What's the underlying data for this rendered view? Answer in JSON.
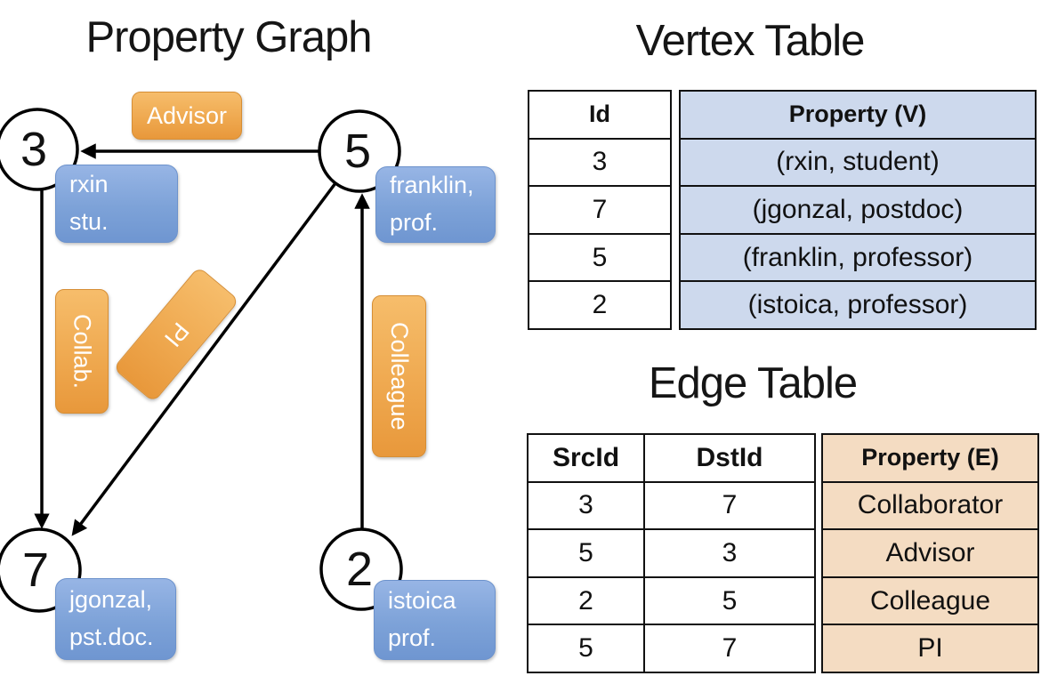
{
  "diagram": {
    "title": "Property Graph",
    "vertices": [
      {
        "id": "3",
        "line1": "rxin",
        "line2": "stu."
      },
      {
        "id": "5",
        "line1": "franklin,",
        "line2": "prof."
      },
      {
        "id": "7",
        "line1": "jgonzal,",
        "line2": "pst.doc."
      },
      {
        "id": "2",
        "line1": "istoica",
        "line2": "prof."
      }
    ],
    "edge_labels": {
      "advisor": "Advisor",
      "collab": "Collab.",
      "pi": "PI",
      "colleague": "Colleague"
    }
  },
  "vertex_table": {
    "title": "Vertex Table",
    "columns": {
      "id": "Id",
      "property": "Property (V)"
    },
    "rows": [
      {
        "id": "3",
        "property": "(rxin, student)"
      },
      {
        "id": "7",
        "property": "(jgonzal, postdoc)"
      },
      {
        "id": "5",
        "property": "(franklin, professor)"
      },
      {
        "id": "2",
        "property": "(istoica, professor)"
      }
    ]
  },
  "edge_table": {
    "title": "Edge Table",
    "columns": {
      "src": "SrcId",
      "dst": "DstId",
      "property": "Property (E)"
    },
    "rows": [
      {
        "src": "3",
        "dst": "7",
        "property": "Collaborator"
      },
      {
        "src": "5",
        "dst": "3",
        "property": "Advisor"
      },
      {
        "src": "2",
        "dst": "5",
        "property": "Colleague"
      },
      {
        "src": "5",
        "dst": "7",
        "property": "PI"
      }
    ]
  },
  "colors": {
    "edge_label_orange": "#EFA950",
    "vertex_box_blue": "#7DA2D8",
    "vertex_cell_blue": "#CDD9ED",
    "edge_cell_tan": "#F4DCC2",
    "line_black": "#000000"
  }
}
